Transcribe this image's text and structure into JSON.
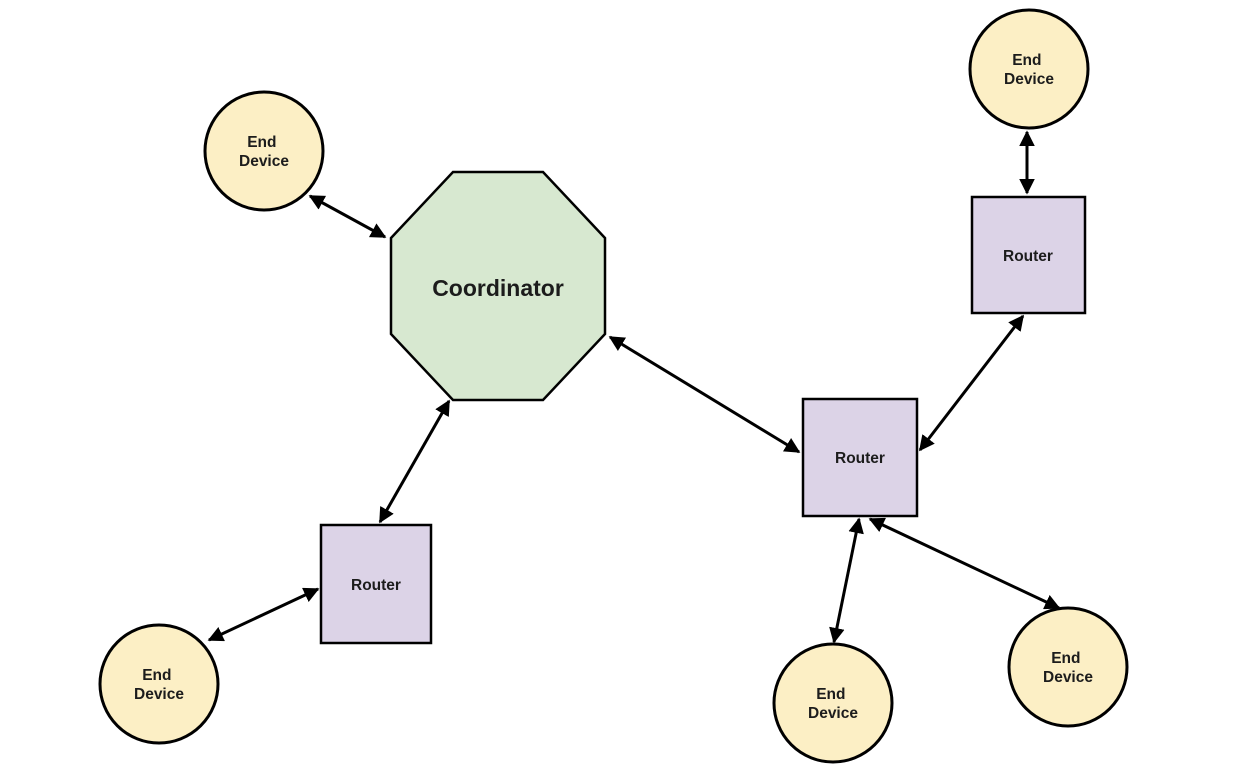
{
  "diagram": {
    "type": "network-topology",
    "colors": {
      "background": "#ffffff",
      "coordinator_fill": "#d7e8d0",
      "router_fill": "#dcd3e7",
      "end_device_fill": "#fcefc5",
      "node_border": "#000000",
      "edge": "#000000",
      "label": "#1c1c1c"
    },
    "nodes": {
      "coordinator": {
        "label": "Coordinator",
        "shape": "octagon"
      },
      "router_bottom_left": {
        "label": "Router",
        "shape": "square"
      },
      "router_center": {
        "label": "Router",
        "shape": "square"
      },
      "router_top_right": {
        "label": "Router",
        "shape": "square"
      },
      "end_device_top_left": {
        "label": "End Device",
        "label_line1": "End",
        "label_line2": "Device",
        "shape": "circle"
      },
      "end_device_bottom_left": {
        "label": "End Device",
        "label_line1": "End",
        "label_line2": "Device",
        "shape": "circle"
      },
      "end_device_top_right": {
        "label": "End Device",
        "label_line1": "End",
        "label_line2": "Device",
        "shape": "circle"
      },
      "end_device_bottom_center": {
        "label": "End Device",
        "label_line1": "End",
        "label_line2": "Device",
        "shape": "circle"
      },
      "end_device_bottom_right": {
        "label": "End Device",
        "label_line1": "End",
        "label_line2": "Device",
        "shape": "circle"
      }
    },
    "edges": [
      {
        "from": "end_device_top_left",
        "to": "coordinator",
        "style": "bidirectional-arrow"
      },
      {
        "from": "coordinator",
        "to": "router_bottom_left",
        "style": "bidirectional-arrow"
      },
      {
        "from": "router_bottom_left",
        "to": "end_device_bottom_left",
        "style": "bidirectional-arrow"
      },
      {
        "from": "coordinator",
        "to": "router_center",
        "style": "bidirectional-arrow"
      },
      {
        "from": "router_center",
        "to": "router_top_right",
        "style": "bidirectional-arrow"
      },
      {
        "from": "router_top_right",
        "to": "end_device_top_right",
        "style": "bidirectional-arrow"
      },
      {
        "from": "router_center",
        "to": "end_device_bottom_center",
        "style": "bidirectional-arrow"
      },
      {
        "from": "router_center",
        "to": "end_device_bottom_right",
        "style": "bidirectional-arrow"
      }
    ]
  }
}
